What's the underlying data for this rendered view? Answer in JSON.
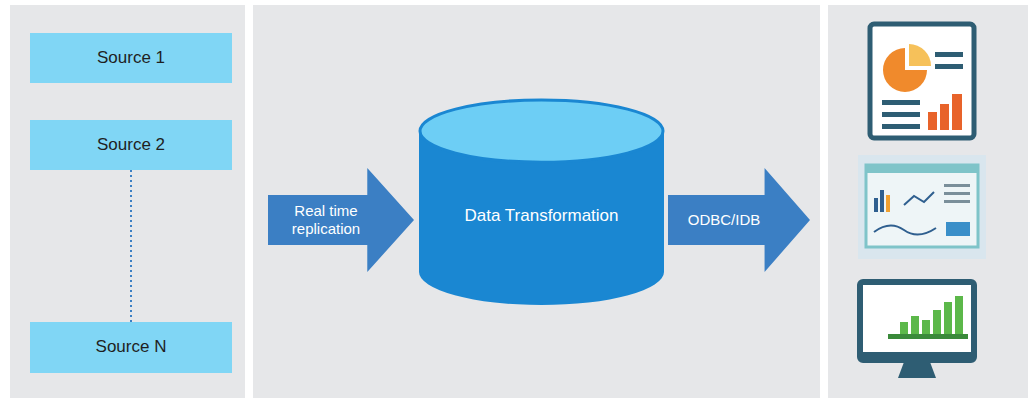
{
  "diagram": {
    "nodes": [
      {
        "text": [
          "Source 1"
        ]
      },
      {
        "text": [
          "Source 2"
        ]
      },
      {
        "text": [
          "Source N"
        ]
      },
      {
        "text": [
          "Real time replication"
        ]
      },
      {
        "text": [
          "Data Transformation"
        ]
      },
      {
        "text": [
          "ODBC/IDB"
        ]
      }
    ],
    "edges": [
      {
        "from": 1,
        "to": 2,
        "arrow": "none"
      }
    ]
  }
}
